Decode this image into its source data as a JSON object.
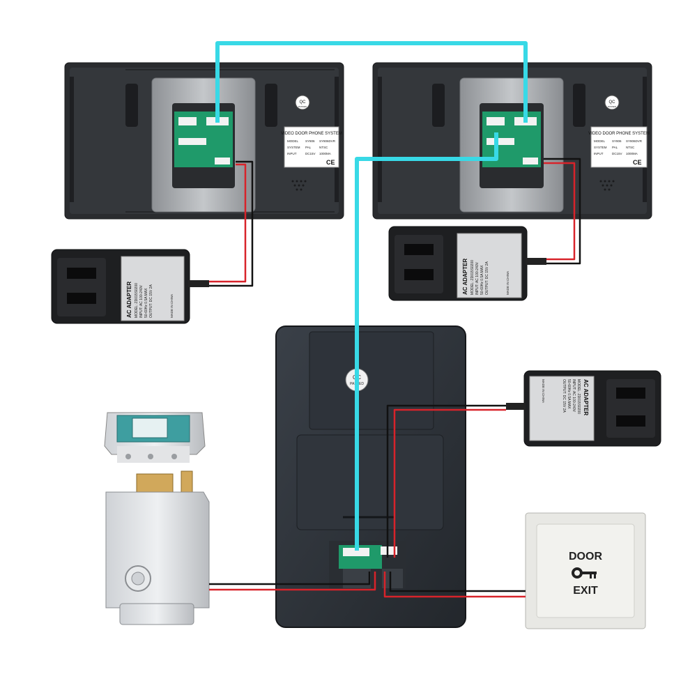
{
  "monitors": [
    {
      "id": "monitor-left",
      "label_title": "VIDEO DOOR PHONE SYSTEM",
      "label_rows": [
        [
          "MODEL",
          "SY806",
          "SY806DVR"
        ],
        [
          "SYSTEM",
          "PAL",
          "NTSC"
        ],
        [
          "INPUT",
          "DC15V",
          "1000MA"
        ]
      ],
      "qc_text": "QC",
      "qc_sub": "PASSED"
    },
    {
      "id": "monitor-right",
      "label_title": "VIDEO DOOR PHONE SYSTEM",
      "label_rows": [
        [
          "MODEL",
          "SY806",
          "SY806DVR"
        ],
        [
          "SYSTEM",
          "PAL",
          "NTSC"
        ],
        [
          "INPUT",
          "DC15V",
          "1000MA"
        ]
      ],
      "qc_text": "QC",
      "qc_sub": "PASSED"
    }
  ],
  "adapters": [
    {
      "id": "adapter-monitor-left",
      "title": "AC ADAPTER",
      "lines": [
        "MODEL: ZD015S0200",
        "INPUT: AC 100-240V",
        "50-60Hz 0.5A MAX",
        "OUTPUT: DC 15V 2A"
      ],
      "made": "MADE IN CHINA"
    },
    {
      "id": "adapter-monitor-right",
      "title": "AC ADAPTER",
      "lines": [
        "MODEL: ZD015S0200",
        "INPUT: AC 100-240V",
        "50-60Hz 0.5A MAX",
        "OUTPUT: DC 15V 2A"
      ],
      "made": "MADE IN CHINA"
    },
    {
      "id": "adapter-door",
      "title": "AC ADAPTER",
      "lines": [
        "MODEL: ZD015S0200",
        "INPUT: AC 100-240V",
        "50-60Hz 0.5A MAX",
        "OUTPUT: DC 15V 2A"
      ],
      "made": "MADE IN CHINA"
    }
  ],
  "doorbell": {
    "qc_text": "QC",
    "qc_sub": "PASSED"
  },
  "exit_button": {
    "line1": "DOOR",
    "line2": "EXIT"
  },
  "colors": {
    "video_wire": "#38d9e6",
    "power_red": "#d8232a",
    "power_black": "#111111",
    "device_dark": "#2b2d31",
    "plate_metal": "#9da0a4",
    "pcb_green": "#1f9a6a"
  }
}
